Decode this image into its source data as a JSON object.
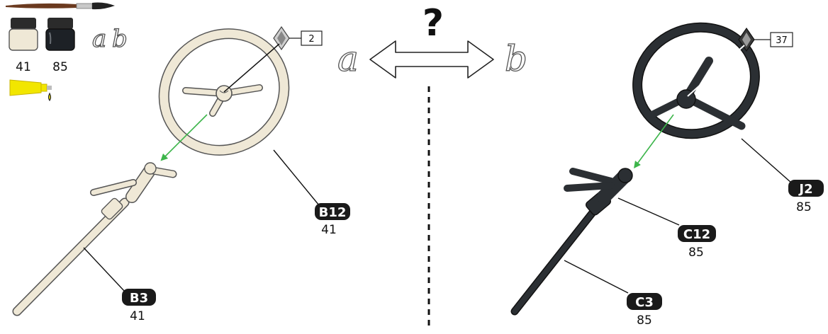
{
  "paints": [
    {
      "number": "41",
      "color": "#efe8d6"
    },
    {
      "number": "85",
      "color": "#1d2126"
    }
  ],
  "variant_letters": {
    "a": "a",
    "b": "b"
  },
  "choice": {
    "question": "?",
    "left": "a",
    "right": "b"
  },
  "left_assembly": {
    "decal_number": "2",
    "parts": [
      {
        "code": "B12",
        "paint": "41"
      },
      {
        "code": "B3",
        "paint": "41"
      }
    ]
  },
  "right_assembly": {
    "decal_number": "37",
    "parts": [
      {
        "code": "J2",
        "paint": "85"
      },
      {
        "code": "C12",
        "paint": "85"
      },
      {
        "code": "C3",
        "paint": "85"
      }
    ]
  },
  "colors": {
    "cream_part": "#efe8d6",
    "dark_part": "#2b2f33",
    "guide_arrow": "#3cb54a",
    "glue": "#f2e600",
    "badge": "#1a1a1a"
  }
}
